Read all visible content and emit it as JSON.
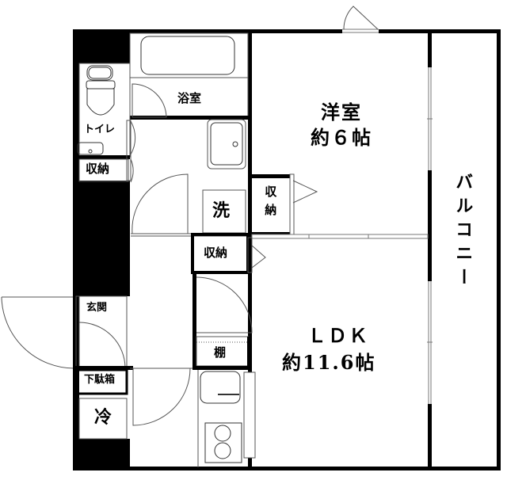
{
  "floor_plan": {
    "colors": {
      "wall": "#000000",
      "line": "#555555",
      "background": "#ffffff"
    },
    "rooms": [
      {
        "id": "western_room",
        "name": "洋室",
        "size": "約６帖"
      },
      {
        "id": "ldk",
        "name": "ＬＤＫ",
        "size": "約11.6帖"
      },
      {
        "id": "bathroom",
        "name": "浴室"
      },
      {
        "id": "toilet",
        "name": "トイレ"
      },
      {
        "id": "entrance",
        "name": "玄関"
      },
      {
        "id": "balcony",
        "name": "バルコニー"
      }
    ],
    "fixtures": {
      "storage_toilet": "収納",
      "storage_western": "収納",
      "storage_hall": "収納",
      "washer": "洗",
      "shelf": "棚",
      "shoe_box": "下駄箱",
      "fridge": "冷"
    }
  }
}
